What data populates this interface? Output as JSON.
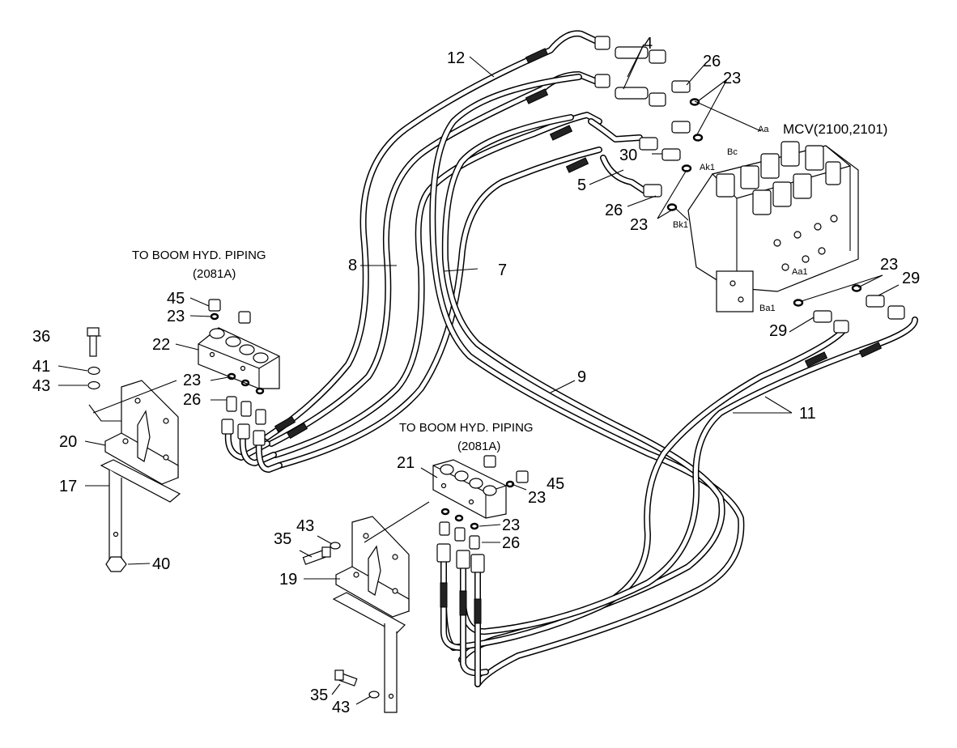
{
  "diagram": {
    "title_main": "MCV(2100,2101)",
    "boom_piping_left": {
      "line1": "TO BOOM HYD. PIPING",
      "line2": "(2081A)"
    },
    "boom_piping_mid": {
      "line1": "TO BOOM HYD. PIPING",
      "line2": "(2081A)"
    },
    "callouts": {
      "c4": "4",
      "c12": "12",
      "c26a": "26",
      "c23a": "23",
      "c30": "30",
      "c5": "5",
      "c26b": "26",
      "c23b": "23",
      "c8": "8",
      "c7": "7",
      "c23c": "23",
      "c29a": "29",
      "c29b": "29",
      "c9": "9",
      "c11": "11",
      "c45a": "45",
      "c23d": "23",
      "c36": "36",
      "c22": "22",
      "c41": "41",
      "c43a": "43",
      "c23e": "23",
      "c26c": "26",
      "c20": "20",
      "c17": "17",
      "c40": "40",
      "c21": "21",
      "c23f": "23",
      "c45b": "45",
      "c23g": "23",
      "c26d": "26",
      "c43b": "43",
      "c35a": "35",
      "c19": "19",
      "c35b": "35",
      "c43c": "43"
    },
    "ports": {
      "aa": "Aa",
      "bc": "Bc",
      "ak1": "Ak1",
      "bk1": "Bk1",
      "aa1": "Aa1",
      "ba1": "Ba1"
    }
  }
}
